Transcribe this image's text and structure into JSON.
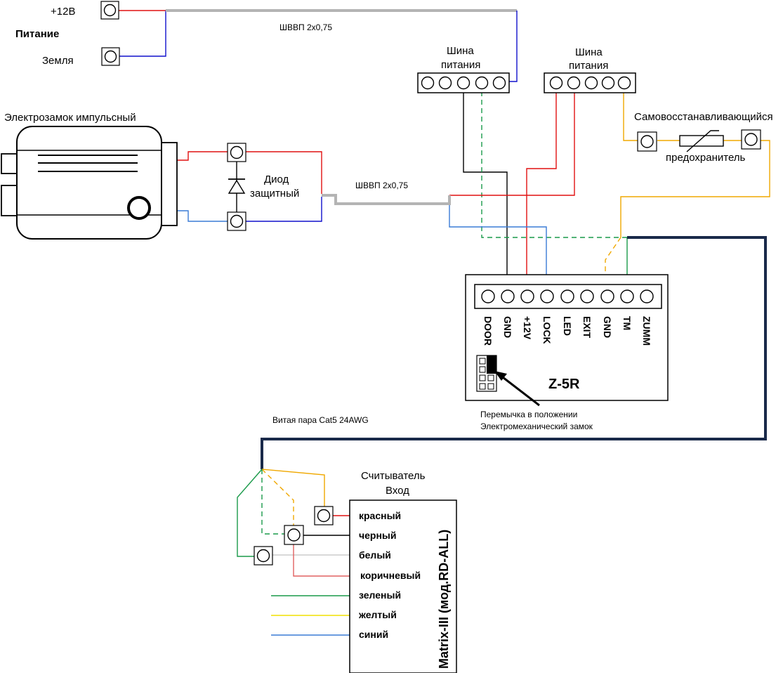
{
  "power": {
    "plus12": "+12В",
    "title": "Питание",
    "ground": "Земля"
  },
  "cable_top": "ШВВП 2х0,75",
  "cable_mid": "ШВВП 2х0,75",
  "bus1": {
    "line1": "Шина",
    "line2": "питания"
  },
  "bus2": {
    "line1": "Шина",
    "line2": "питания"
  },
  "lock": {
    "title": "Электрозамок импульсный"
  },
  "diode": {
    "line1": "Диод",
    "line2": "защитный"
  },
  "fuse": {
    "line1": "Самовосстанавливающийся",
    "line2": "предохранитель"
  },
  "controller": {
    "name": "Z-5R",
    "terminals": [
      "DOOR",
      "GND",
      "+12V",
      "LOCK",
      "LED",
      "EXIT",
      "GND",
      "TM",
      "ZUMM"
    ],
    "jumper_note1": "Перемычка в положении",
    "jumper_note2": "Электромеханический замок"
  },
  "twisted_pair": "Витая пара Cat5 24AWG",
  "reader": {
    "title1": "Считыватель",
    "title2": "Вход",
    "model": "Matrix-III (мод.RD-ALL)",
    "wires": [
      "красный",
      "черный",
      "белый",
      "коричневый",
      "зеленый",
      "желтый",
      "синий"
    ]
  },
  "colors": {
    "red": "#e01010",
    "blue": "#1010cc",
    "lightblue": "#3a7bd5",
    "gray": "#b4b4b4",
    "orange": "#f0a800",
    "green": "#1a9a4a",
    "yellow": "#f0e000",
    "navy": "#1a2a4a",
    "salmon": "#e06060"
  }
}
